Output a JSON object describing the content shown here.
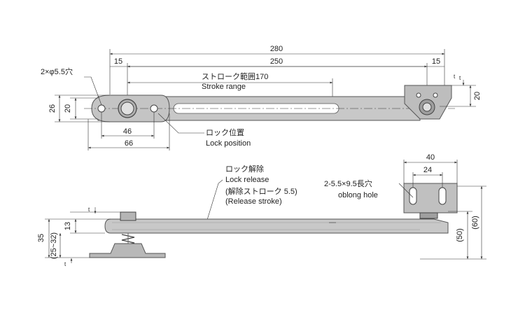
{
  "colors": {
    "part_fill": "#c8c8c8",
    "part_dark": "#a8a8a8",
    "line": "#333333",
    "slot": "#ffffff"
  },
  "top_view": {
    "overall_length": "280",
    "hole_span": "250",
    "end_offset_left": "15",
    "end_offset_right": "15",
    "stroke_jp": "ストローク範囲170",
    "stroke_en": "Stroke range",
    "holes_note": "2×φ5.5穴",
    "width_outer": "26",
    "width_inner": "20",
    "bracket_height": "20",
    "t_mark": "t",
    "dim_46": "46",
    "dim_66": "66",
    "lock_jp": "ロック位置",
    "lock_en": "Lock position"
  },
  "side_view": {
    "release_jp": "ロック解除",
    "release_en": "Lock release",
    "release_stroke_jp": "(解除ストローク 5.5)",
    "release_stroke_en": "(Release stroke)",
    "bracket_width": "40",
    "bracket_hole_span": "24",
    "oblong_jp": "2-5.5×9.5長穴",
    "oblong_en": "oblong hole",
    "height_35": "35",
    "height_range": "(25~32)",
    "height_13": "13",
    "height_50": "(50)",
    "height_60": "(60)",
    "t_mark_top": "t",
    "t_mark_bottom": "t",
    "t_mark_right": "t"
  }
}
